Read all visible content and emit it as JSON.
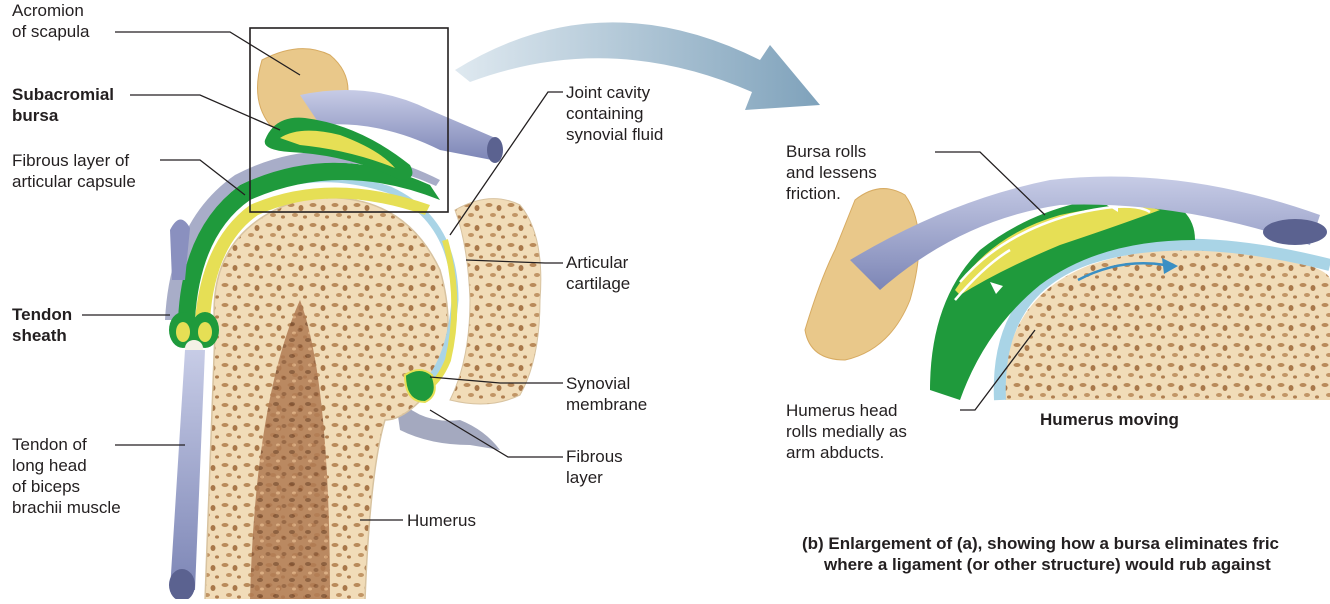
{
  "labels": {
    "acromion": "Acromion\nof scapula",
    "subacromial_bursa": "Subacromial\nbursa",
    "fibrous_layer_capsule": "Fibrous layer of\narticular capsule",
    "tendon_sheath": "Tendon\nsheath",
    "tendon_long_head": "Tendon of\nlong head\nof biceps\nbrachii muscle",
    "joint_cavity": "Joint cavity\ncontaining\nsynovial fluid",
    "articular_cartilage": "Articular\ncartilage",
    "synovial_membrane": "Synovial\nmembrane",
    "fibrous_layer": "Fibrous\nlayer",
    "humerus": "Humerus",
    "bursa_rolls": "Bursa rolls\nand lessens\nfriction.",
    "humerus_head_rolls": "Humerus head\nrolls medially as\narm abducts.",
    "humerus_moving": "Humerus moving"
  },
  "caption": {
    "line1": "(b) Enlargement of (a), showing how a bursa eliminates fric",
    "line2": "where a ligament (or other structure) would rub against"
  },
  "colors": {
    "bone": "#f3e2c2",
    "bone_pore": "#b98a5a",
    "marrow": "#a77450",
    "acromion": "#e9c88a",
    "ligament": "#9aa3cc",
    "bursa_green": "#1f9a3c",
    "bursa_yellow": "#e6df55",
    "cartilage_blue": "#a9d4e6",
    "arrow": "#8fb1c7",
    "leader": "#231f20"
  }
}
